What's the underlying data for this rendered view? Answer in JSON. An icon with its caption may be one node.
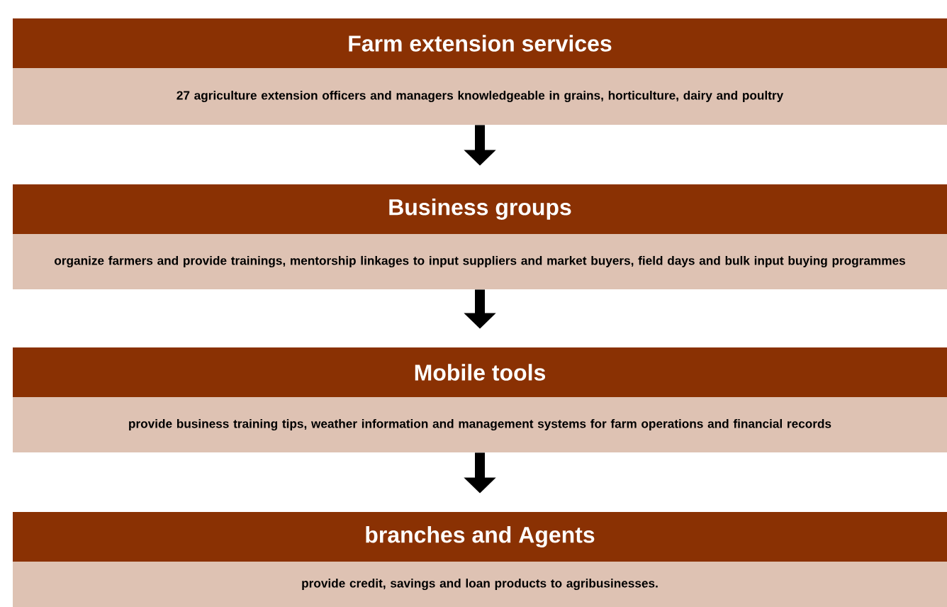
{
  "diagram": {
    "nodes": [
      {
        "text": [
          "Farm extension services",
          "27 agriculture extension officers and managers knowledgeable in grains, horticulture, dairy and poultry"
        ]
      },
      {
        "text": [
          "Business groups",
          "organize farmers and provide trainings, mentorship linkages to input suppliers and market buyers, field days and bulk input buying programmes"
        ]
      },
      {
        "text": [
          "Mobile tools",
          "provide business training tips, weather information and management systems for farm operations and financial records"
        ]
      },
      {
        "text": [
          "branches and Agents",
          "provide credit, savings and loan products to agribusinesses."
        ]
      }
    ],
    "edges": [
      {
        "from": 0,
        "to": 1,
        "arrow": "to"
      },
      {
        "from": 1,
        "to": 2,
        "arrow": "to"
      },
      {
        "from": 2,
        "to": 3,
        "arrow": "to"
      }
    ]
  }
}
